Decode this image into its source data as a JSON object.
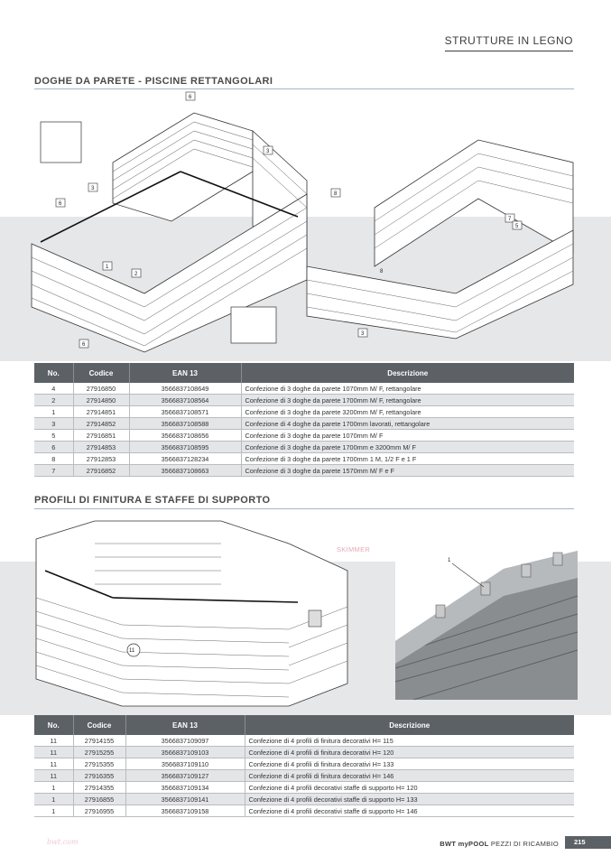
{
  "header": {
    "title": "STRUTTURE IN LEGNO"
  },
  "section1": {
    "title": "DOGHE DA PARETE - PISCINE RETTANGOLARI",
    "callouts": [
      "6",
      "3",
      "6",
      "3",
      "1",
      "2",
      "6",
      "8",
      "8",
      "7",
      "5",
      "3"
    ],
    "table": {
      "headers": [
        "No.",
        "Codice",
        "EAN 13",
        "Descrizione"
      ],
      "rows": [
        [
          "4",
          "27916850",
          "3566837108649",
          "Confezione di 3 doghe da parete 1070mm M/ F, rettangolare"
        ],
        [
          "2",
          "27914850",
          "3566837108564",
          "Confezione di 3 doghe da parete 1700mm M/ F, rettangolare"
        ],
        [
          "1",
          "27914851",
          "3566837108571",
          "Confezione di 3 doghe da parete 3200mm M/ F, rettangolare"
        ],
        [
          "3",
          "27914852",
          "3566837108588",
          "Confezione di 4 doghe da parete 1700mm lavorati, rettangolare"
        ],
        [
          "5",
          "27916851",
          "3566837108656",
          "Confezione di 3 doghe da parete 1070mm M/ F"
        ],
        [
          "6",
          "27914853",
          "3566837108595",
          "Confezione di 3 doghe da parete 1700mm e 3200mm M/ F"
        ],
        [
          "8",
          "27912853",
          "3566837128234",
          "Confezione di 3 doghe da parete 1700mm 1 M, 1/2 F e 1 F"
        ],
        [
          "7",
          "27916852",
          "3566837108663",
          "Confezione di 3 doghe da parete 1570mm M/ F e F"
        ]
      ]
    }
  },
  "section2": {
    "title": "PROFILI DI FINITURA E STAFFE DI SUPPORTO",
    "skimmer_label": "SKIMMER",
    "callouts": [
      "11",
      "1"
    ],
    "table": {
      "headers": [
        "No.",
        "Codice",
        "EAN 13",
        "Descrizione"
      ],
      "rows": [
        [
          "11",
          "27914155",
          "3566837109097",
          "Confezione di 4 profili di finitura decorativi H= 115"
        ],
        [
          "11",
          "27915255",
          "3566837109103",
          "Confezione di 4 profili di finitura decorativi H= 120"
        ],
        [
          "11",
          "27915355",
          "3566837109110",
          "Confezione di 4 profili di finitura decorativi H= 133"
        ],
        [
          "11",
          "27916355",
          "3566837109127",
          "Confezione di 4 profili di finitura decorativi H= 146"
        ],
        [
          "1",
          "27914355",
          "3566837109134",
          "Confezione di 4 profili decorativi staffe di supporto H= 120"
        ],
        [
          "1",
          "27916855",
          "3566837109141",
          "Confezione di 4 profili decorativi staffe di supporto H= 133"
        ],
        [
          "1",
          "27916955",
          "3566837109158",
          "Confezione di 4 profili decorativi staffe di supporto H= 146"
        ]
      ]
    }
  },
  "footer": {
    "watermark": "bwt.com",
    "brand_bold": "BWT myPOOL",
    "brand_rest": " PEZZI DI RICAMBIO",
    "page_number": "215"
  }
}
